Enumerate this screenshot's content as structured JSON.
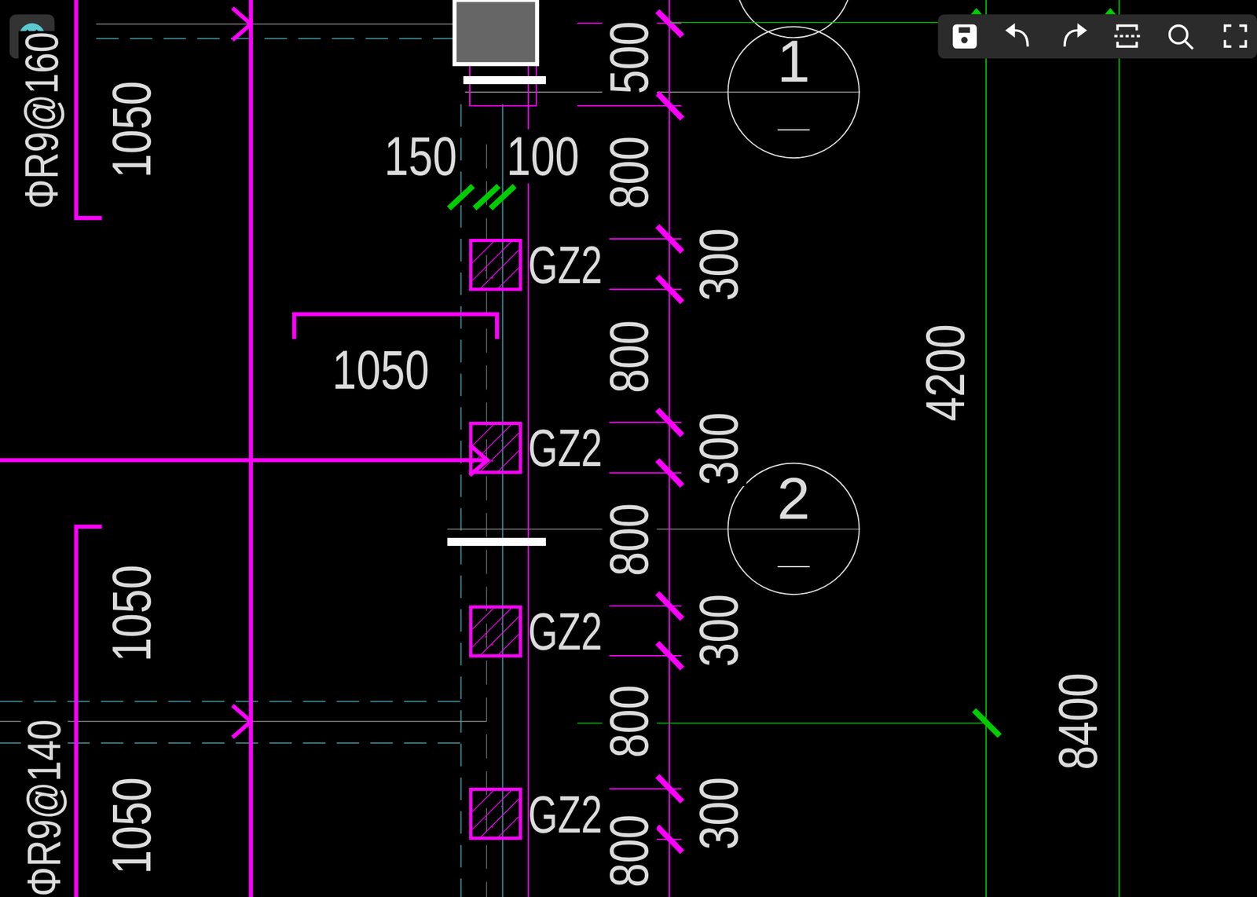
{
  "diagram": {
    "nodes": [
      {
        "text": [
          "1"
        ]
      },
      {
        "text": [
          "GZ2"
        ]
      },
      {
        "text": [
          "GZ2"
        ]
      },
      {
        "text": [
          "2"
        ]
      },
      {
        "text": [
          "GZ2"
        ]
      },
      {
        "text": [
          "GZ2"
        ]
      }
    ],
    "labels": [
      "ΦR9@160",
      "1050",
      "150",
      "100",
      "500",
      "800",
      "300",
      "1050",
      "800",
      "4200",
      "300",
      "800",
      "1050",
      "300",
      "800",
      "8400",
      "300",
      "1050",
      "ΦR9@140",
      "800"
    ]
  }
}
